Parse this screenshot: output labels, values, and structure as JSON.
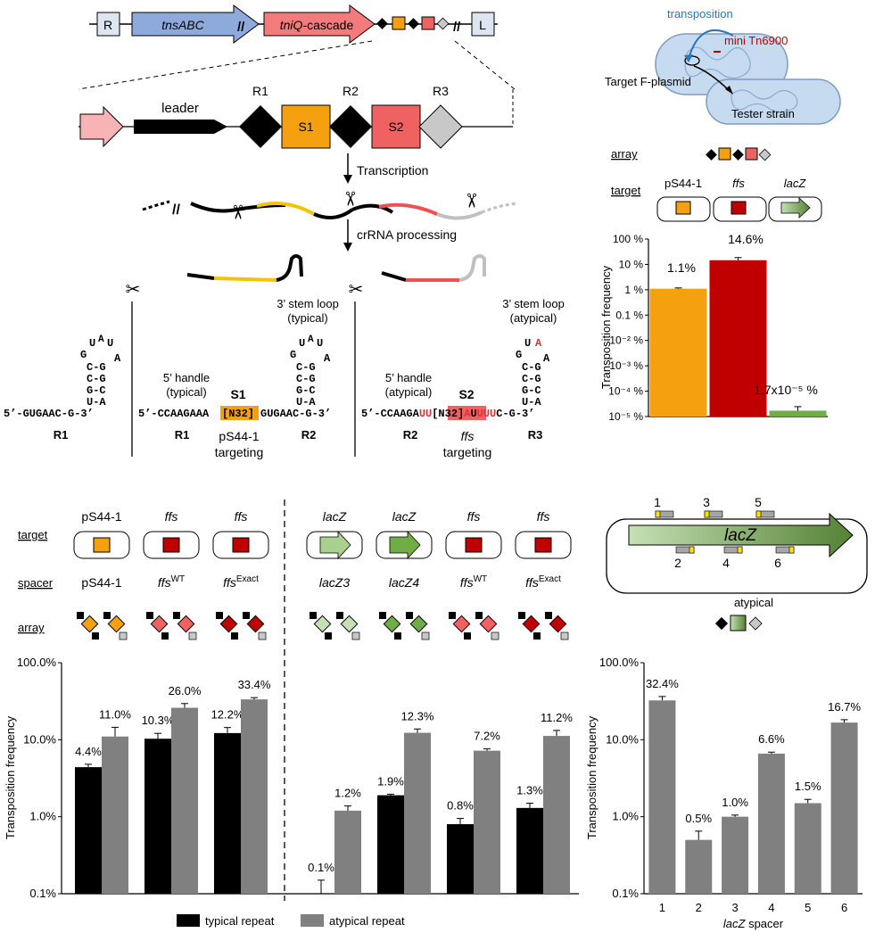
{
  "colors": {
    "orange": "#f5a00e",
    "red": "#c00000",
    "pink": "#f06262",
    "blue": "#8ea9db",
    "green": "#70ad47",
    "lightgreen": "#c5e0b4",
    "darkgreen": "#548235",
    "gray": "#808080",
    "lightgray": "#c8c8c8",
    "rnaRed": "#e03030",
    "annoBlue": "#2e75b6"
  },
  "operon": {
    "r": "R",
    "tns": "tnsABC",
    "tniq_a": "tniQ",
    "tniq_b": "-cascade",
    "l": "L",
    "slash": "//"
  },
  "array_detail": {
    "leader": "leader",
    "r1": "R1",
    "r2": "R2",
    "r3": "R3",
    "s1": "S1",
    "s2": "S2"
  },
  "process": {
    "transcription": "Transcription",
    "processing": "crRNA processing"
  },
  "structures": {
    "r1_seq": "5’-GUGAAC-G-3’",
    "r1_label": "R1",
    "hairpin_top": "A",
    "hairpin_u": "U",
    "hairpin_ga": "G",
    "hairpin_a2": "A",
    "pair1": "C-G",
    "pair2": "C-G",
    "pair3": "G-C",
    "pair4": "U-A",
    "handle_typ_1": "5’ handle",
    "handle_typ_2": "(typical)",
    "s1_label": "S1",
    "s1_seq_a": "5’-CCAAGAAA",
    "n32": "[N32]",
    "s1_seq_b": "GUGAAC-G-3’",
    "s1_r1": "R1",
    "s1_r2": "R2",
    "s1_target_1": "pS44-1",
    "s1_target_2": "targeting",
    "stem_typ_1": "3’ stem loop",
    "stem_typ_2": "(typical)",
    "handle_atyp_1": "5’ handle",
    "handle_atyp_2": "(atypical)",
    "s2_label": "S2",
    "s2_seq_a": "5’-CCAAGA",
    "s2_uu": "UU",
    "s2_a": "A",
    "s2_uuu": "UUU",
    "s2_seq_b": "C-G-3’",
    "s2_r2": "R2",
    "s2_r3": "R3",
    "s2_target_1": "ffs",
    "s2_target_2": "targeting",
    "stem_atyp_1": "3’ stem loop",
    "stem_atyp_2": "(atypical)"
  },
  "schematic": {
    "transposition": "transposition",
    "mini": "mini Tn6900",
    "fplasmid": "Target F-plasmid",
    "tester": "Tester strain"
  },
  "top_right": {
    "array_label": "array",
    "target_label": "target",
    "targets": [
      "pS44-1",
      "ffs",
      "lacZ"
    ],
    "bar_labels": [
      "1.1%",
      "14.6%",
      "1.7x10⁻⁵ %"
    ],
    "ylabel": "Transposition frequency"
  },
  "bottom_left": {
    "target_label": "target",
    "spacer_label": "spacer",
    "array_label": "array",
    "targets": [
      "pS44-1",
      "ffs",
      "ffs",
      "lacZ",
      "lacZ",
      "ffs",
      "ffs"
    ],
    "spacers": [
      {
        "main": "pS44-1",
        "sup": ""
      },
      {
        "main": "ffs",
        "sup": "WT"
      },
      {
        "main": "ffs",
        "sup": "Exact"
      },
      {
        "main": "lacZ3",
        "sup": ""
      },
      {
        "main": "lacZ4",
        "sup": ""
      },
      {
        "main": "ffs",
        "sup": "WT"
      },
      {
        "main": "ffs",
        "sup": "Exact"
      }
    ],
    "legend_typical": "typical repeat",
    "legend_atypical": "atypical repeat",
    "ylabel": "Transposition frequency"
  },
  "lacz_map": {
    "gene": "lacZ",
    "positions": [
      "1",
      "2",
      "3",
      "4",
      "5",
      "6"
    ],
    "atypical": "atypical"
  },
  "chart_data": [
    {
      "type": "bar",
      "categories": [
        "pS44-1",
        "ffs",
        "lacZ"
      ],
      "values": [
        1.1,
        14.6,
        1.7e-05
      ],
      "ylabel": "Transposition frequency",
      "ylim": [
        1e-05,
        100
      ],
      "yscale": "log",
      "yticks": [
        "100 %",
        "10 %",
        "1 %",
        "0.1 %",
        "10⁻² %",
        "10⁻³ %",
        "10⁻⁴ %",
        "10⁻⁵ %"
      ]
    },
    {
      "type": "bar",
      "categories": [
        "pS44-1",
        "ffsWT",
        "ffsExact",
        "lacZ3",
        "lacZ4",
        "ffsWT",
        "ffsExact"
      ],
      "series": [
        {
          "name": "typical repeat",
          "values": [
            4.4,
            10.3,
            12.2,
            0.1,
            1.9,
            0.8,
            1.3
          ]
        },
        {
          "name": "atypical repeat",
          "values": [
            11.0,
            26.0,
            33.4,
            1.2,
            12.3,
            7.2,
            11.2
          ]
        }
      ],
      "labels_typical": [
        "4.4%",
        "10.3%",
        "12.2%",
        "0.1%",
        "1.9%",
        "0.8%",
        "1.3%"
      ],
      "labels_atypical": [
        "11.0%",
        "26.0%",
        "33.4%",
        "1.2%",
        "12.3%",
        "7.2%",
        "11.2%"
      ],
      "ylabel": "Transposition frequency",
      "ylim": [
        0.1,
        100
      ],
      "yscale": "log",
      "yticks": [
        "100.0%",
        "10.0%",
        "1.0%",
        "0.1%"
      ]
    },
    {
      "type": "bar",
      "categories": [
        "1",
        "2",
        "3",
        "4",
        "5",
        "6"
      ],
      "values": [
        32.4,
        0.5,
        1.0,
        6.6,
        1.5,
        16.7
      ],
      "labels": [
        "32.4%",
        "0.5%",
        "1.0%",
        "6.6%",
        "1.5%",
        "16.7%"
      ],
      "xlabel": "lacZ spacer",
      "ylabel": "Transposition frequency",
      "ylim": [
        0.1,
        100
      ],
      "yscale": "log",
      "yticks": [
        "100.0%",
        "10.0%",
        "1.0%",
        "0.1%"
      ]
    }
  ]
}
